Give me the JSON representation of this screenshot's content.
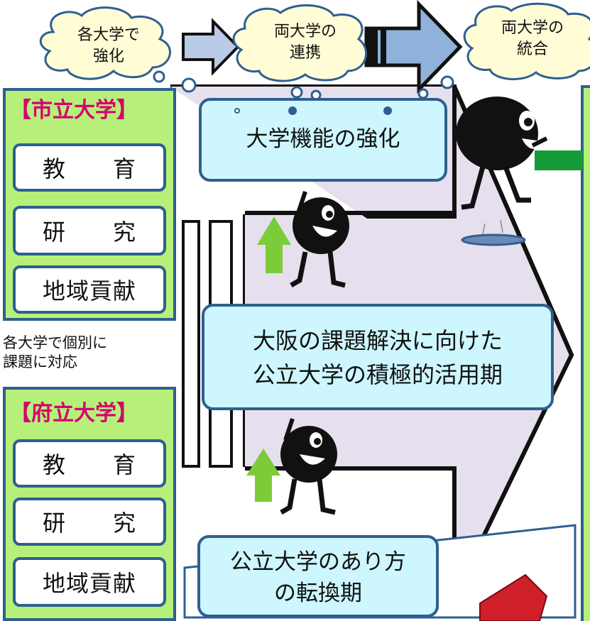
{
  "clouds": [
    {
      "text": "各大学で\n強化"
    },
    {
      "text": "両大学の\n連携"
    },
    {
      "text": "両大学の\n統合"
    }
  ],
  "city_university": {
    "title": "【市立大学】",
    "items": [
      "教　　育",
      "研　　究",
      "地域貢献"
    ]
  },
  "prefectural_university": {
    "title": "【府立大学】",
    "items": [
      "教　　育",
      "研　　究",
      "地域貢献"
    ]
  },
  "note": "各大学で個別に\n課題に対応",
  "phases": {
    "top": "大学機能の強化",
    "middle": "大阪の課題解決に向けた\n公立大学の積極的活用期",
    "bottom": "公立大学のあり方\nの転換期"
  },
  "colors": {
    "panel_green": "#b6f07a",
    "border_blue": "#2f5f8f",
    "title_magenta": "#d6006f",
    "box_light_blue": "#cdf6ff",
    "arrow_lavender": "#e6e0ee",
    "arrow_green": "#7ccc3a"
  }
}
